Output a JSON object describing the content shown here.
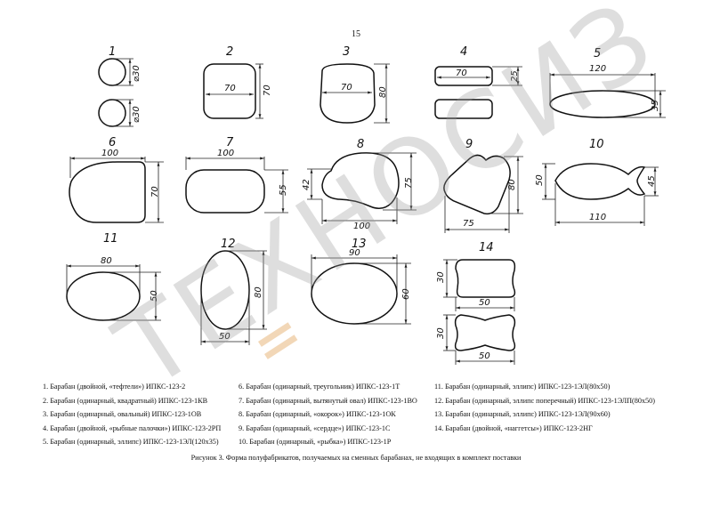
{
  "page_number": "15",
  "shapes": [
    {
      "number": "1",
      "dims": [
        "⌀30",
        "⌀30"
      ]
    },
    {
      "number": "2",
      "dims": [
        "70",
        "70"
      ]
    },
    {
      "number": "3",
      "dims": [
        "70",
        "80"
      ]
    },
    {
      "number": "4",
      "dims": [
        "70",
        "25"
      ]
    },
    {
      "number": "5",
      "dims": [
        "120",
        "35"
      ]
    },
    {
      "number": "6",
      "dims": [
        "100",
        "70"
      ]
    },
    {
      "number": "7",
      "dims": [
        "100",
        "55"
      ]
    },
    {
      "number": "8",
      "dims": [
        "42",
        "75",
        "100"
      ]
    },
    {
      "number": "9",
      "dims": [
        "80",
        "75"
      ]
    },
    {
      "number": "10",
      "dims": [
        "50",
        "45",
        "110"
      ]
    },
    {
      "number": "11",
      "dims": [
        "80",
        "50"
      ]
    },
    {
      "number": "12",
      "dims": [
        "80",
        "50"
      ]
    },
    {
      "number": "13",
      "dims": [
        "90",
        "60"
      ]
    },
    {
      "number": "14",
      "dims": [
        "30",
        "50",
        "30",
        "50"
      ]
    }
  ],
  "legend": [
    [
      "1. Барабан (двойной,   «тефтели») ИПКС-123-2",
      "2. Барабан (одинарный, квадратный) ИПКС-123-1КВ",
      "3. Барабан (одинарный, овальный) ИПКС-123-1ОВ",
      "4. Барабан (двойной, «рыбные палочки») ИПКС-123-2РП",
      "5. Барабан (одинарный, эллипс) ИПКС-123-1ЭЛ(120х35)"
    ],
    [
      "6. Барабан (одинарный, треугольник) ИПКС-123-1Т",
      "7. Барабан (одинарный, вытянутый овал) ИПКС-123-1ВО",
      "8. Барабан (одинарный, «окорок») ИПКС-123-1ОК",
      "9. Барабан (одинарный, «сердце») ИПКС-123-1С",
      "10. Барабан (одинарный, «рыбка») ИПКС-123-1Р"
    ],
    [
      "11. Барабан (одинарный, эллипс) ИПКС-123-1ЭЛ(80х50)",
      "12. Барабан (одинарный, эллипс поперечный) ИПКС-123-1ЭЛП(80х50)",
      "13. Барабан (одинарный, эллипс) ИПКС-123-1ЭЛ(90х60)",
      "14. Барабан (двойной, «наггетсы») ИПКС-123-2НГ"
    ]
  ],
  "caption": "Рисунок 3. Форма полуфабрикатов, получаемых на сменных барабанах, не входящих в комплект поставки",
  "watermark": "ТЕХНОСИЗ",
  "colors": {
    "line": "#111111",
    "watermark": "#9a9a9a",
    "watermark_accent": "#e7b67c"
  }
}
